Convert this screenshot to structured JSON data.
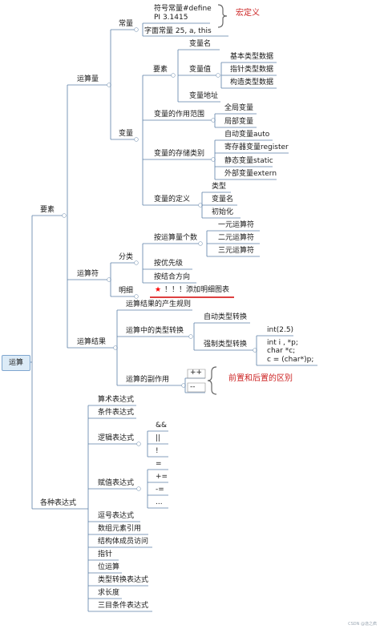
{
  "colors": {
    "line": "#5b7fa8",
    "accent": "#cc2222",
    "root_fill": "#dcebf7"
  },
  "root": "运算",
  "nodes": {
    "yaosu": "要素",
    "yunsuanliang": "运算量",
    "changliang": "常量",
    "fuhao_changliang": "符号常量#define",
    "pi": "PI 3.1415",
    "zimian_changliang": "字面常量 25, a, this",
    "hong_dingyi": "宏定义",
    "bianliang": "变量",
    "yaosu2": "要素",
    "bianliangming": "变量名",
    "bianliangzhi": "变量值",
    "jiben": "基本类型数据",
    "zhizhen": "指针类型数据",
    "gouzao": "构造类型数据",
    "bianliang_dizhi": "变量地址",
    "zuoyong_fanwei": "变量的作用范围",
    "quanju": "全局变量",
    "jubu": "局部变量",
    "cunchu_leibie": "变量的存储类别",
    "auto": "自动变量auto",
    "register": "寄存器变量register",
    "static": "静态变量static",
    "extern": "外部变量extern",
    "dingyi": "变量的定义",
    "leixing": "类型",
    "dingyi_bianliangming": "变量名",
    "chushihua": "初始化",
    "yunsuanfu": "运算符",
    "fenlei": "分类",
    "an_geshu": "按运算量个数",
    "yiyuan": "一元运算符",
    "eryuan": "二元运算符",
    "sanyuan": "三元运算符",
    "youxianji": "按优先级",
    "jiehe": "按结合方向",
    "mingxi": "明细",
    "mingxi_note": "！！！添加明细图表",
    "star": "★",
    "yunsuan_jieguo": "运算结果",
    "chansheng_guize": "运算结果的产生规则",
    "leixing_zhuanhuan": "运算中的类型转换",
    "zidong": "自动类型转换",
    "qiangzhi": "强制类型转换",
    "int25": "int(2.5)",
    "code1": "int i , *p;",
    "code2": "char *c;",
    "code3": "c = (char*)p;",
    "fuzuoyong": "运算的副作用",
    "pp": "++",
    "mm": "--",
    "qianzhi_houzhi": "前置和后置的区别",
    "gezhong": "各种表达式",
    "suanshu": "算术表达式",
    "tiaojian": "条件表达式",
    "luoji": "逻辑表达式",
    "and": "&&",
    "or": "||",
    "not": "!",
    "fuzhi": "赋值表达式",
    "eq": "=",
    "pluseq": "+=",
    "minuseq": "-=",
    "dots": "...",
    "douhao": "逗号表达式",
    "shuzu": "数组元素引用",
    "jiegouti": "结构体成员访问",
    "zhizhen2": "指针",
    "weiyunsuan": "位运算",
    "leixing_zhuanhuan_bds": "类型转换表达式",
    "qiuchangdu": "求长度",
    "sanmu": "三目条件表达式"
  },
  "watermark": "CSDN @逸之疯"
}
